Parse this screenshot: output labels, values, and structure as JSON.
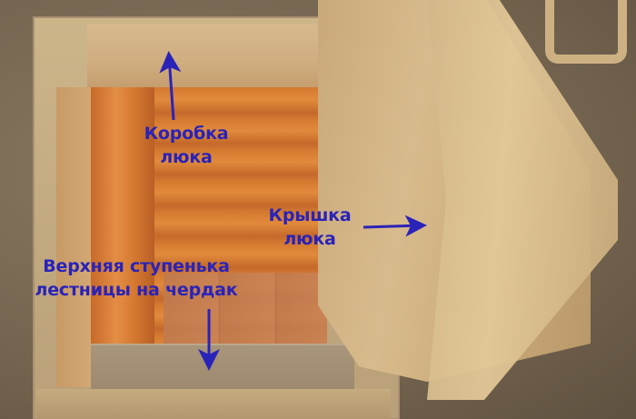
{
  "image": {
    "description": "Attic hatch with open wooden lid and top step of attic ladder",
    "annotation_color": "#2a23b8"
  },
  "labels": {
    "box": {
      "line1": "Коробка",
      "line2": "люка"
    },
    "lid": {
      "line1": "Крышка",
      "line2": "люка"
    },
    "step": {
      "line1": "Верхняя ступенька",
      "line2": "лестницы на чердак"
    }
  },
  "arrows": [
    {
      "target": "box",
      "direction": "up"
    },
    {
      "target": "lid",
      "direction": "right"
    },
    {
      "target": "step",
      "direction": "down"
    }
  ]
}
